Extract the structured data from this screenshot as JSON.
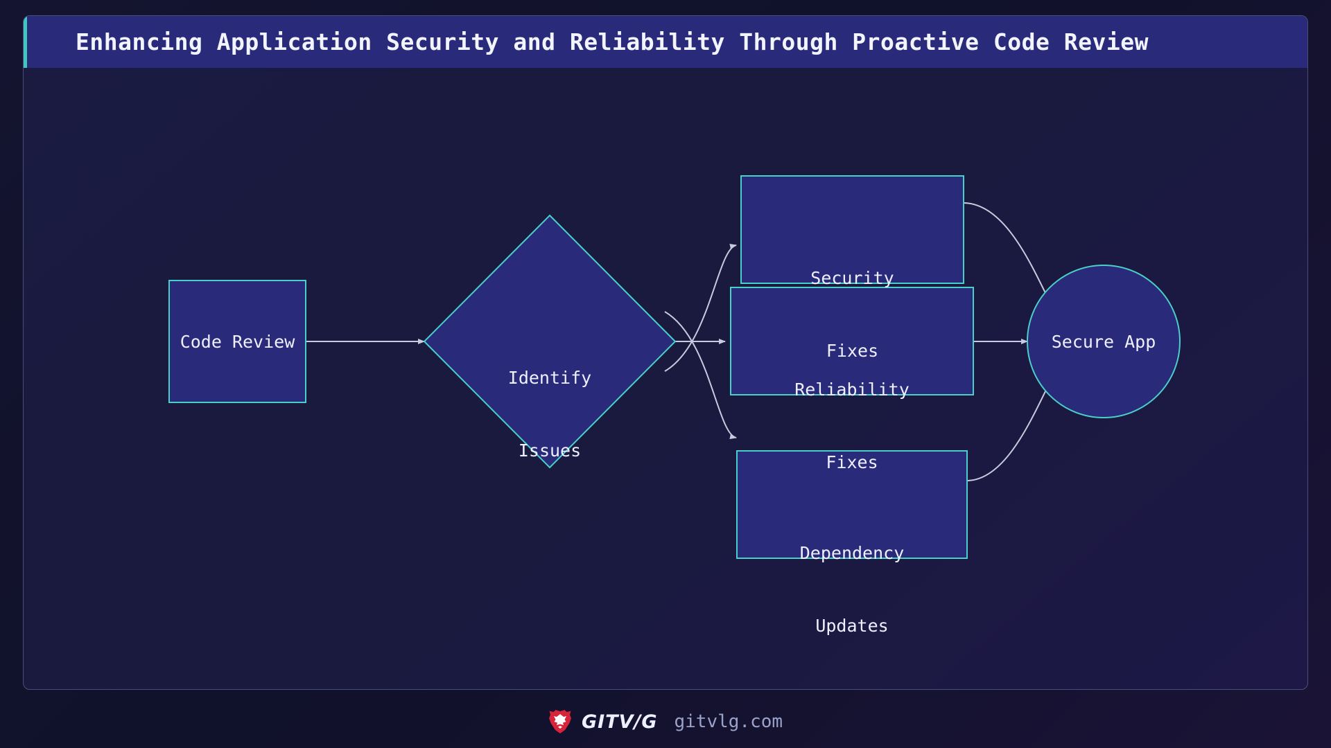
{
  "header": {
    "title": "Enhancing Application Security and Reliability Through Proactive Code Review",
    "accent_color": "#3fc8c0",
    "bar_color": "#2a2a7a"
  },
  "theme": {
    "page_background": "#12132b",
    "card_background": "#1b1b42",
    "node_fill": "#2a2a7a",
    "node_stroke": "#49d0c8",
    "edge_color": "#c8cbe0",
    "text_color": "#eef0ff"
  },
  "diagram": {
    "type": "flowchart",
    "nodes": [
      {
        "id": "code-review",
        "shape": "rect",
        "label": "Code Review",
        "lines": [
          "Code Review"
        ]
      },
      {
        "id": "identify-issues",
        "shape": "diamond",
        "label": "Identify Issues",
        "lines": [
          "Identify",
          "Issues"
        ]
      },
      {
        "id": "security-fixes",
        "shape": "rect",
        "label": "Security Fixes",
        "lines": [
          "Security",
          "Fixes"
        ]
      },
      {
        "id": "reliability-fixes",
        "shape": "rect",
        "label": "Reliability Fixes",
        "lines": [
          "Reliability",
          "Fixes"
        ]
      },
      {
        "id": "dependency-updates",
        "shape": "rect",
        "label": "Dependency Updates",
        "lines": [
          "Dependency",
          "Updates"
        ]
      },
      {
        "id": "secure-app",
        "shape": "circle",
        "label": "Secure App",
        "lines": [
          "Secure App"
        ]
      }
    ],
    "edges": [
      {
        "from": "code-review",
        "to": "identify-issues",
        "style": "straight"
      },
      {
        "from": "identify-issues",
        "to": "security-fixes",
        "style": "curved"
      },
      {
        "from": "identify-issues",
        "to": "reliability-fixes",
        "style": "straight"
      },
      {
        "from": "identify-issues",
        "to": "dependency-updates",
        "style": "curved"
      },
      {
        "from": "security-fixes",
        "to": "secure-app",
        "style": "curved"
      },
      {
        "from": "reliability-fixes",
        "to": "secure-app",
        "style": "straight"
      },
      {
        "from": "dependency-updates",
        "to": "secure-app",
        "style": "curved"
      }
    ]
  },
  "footer": {
    "logo_icon": "lion-icon",
    "logo_color": "#d6243a",
    "brand": "GITV/G",
    "url": "gitvlg.com"
  }
}
